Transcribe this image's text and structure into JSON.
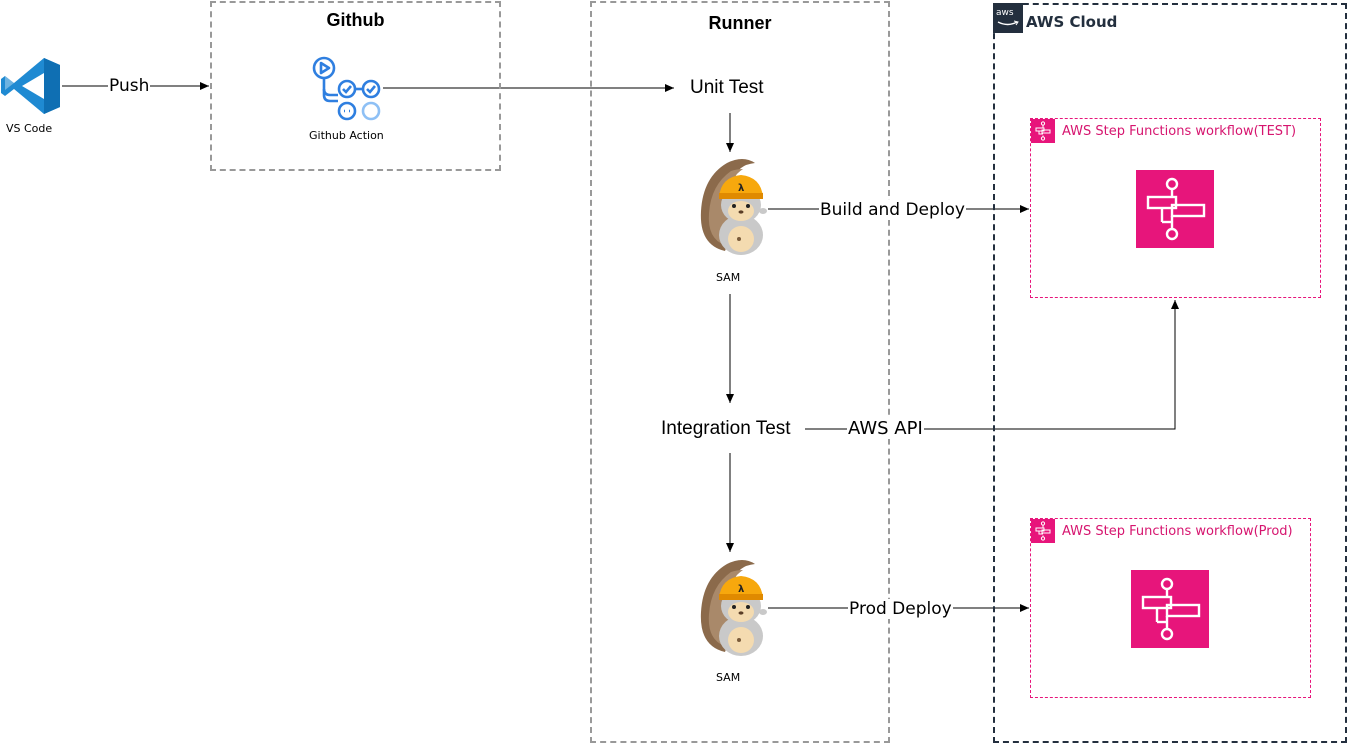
{
  "diagram": {
    "groups": {
      "github": "Github",
      "runner": "Runner",
      "aws_cloud": "AWS Cloud"
    },
    "nodes": {
      "vscode": "VS Code",
      "github_action": "Github Action",
      "unit_test": "Unit Test",
      "sam_build": "SAM",
      "integration_test": "Integration Test",
      "sam_prod": "SAM",
      "sf_test": "AWS Step Functions workflow(TEST)",
      "sf_prod": "AWS Step Functions workflow(Prod)"
    },
    "edges": {
      "push": "Push",
      "build_deploy": "Build and Deploy",
      "aws_api": "AWS API",
      "prod_deploy": "Prod Deploy"
    },
    "aws_logo_text": "aws"
  },
  "colors": {
    "vscode_blue": "#1f8ad2",
    "github_action_blue": "#2f7fe0",
    "step_functions_pink": "#e7157b",
    "aws_dark": "#232f3e",
    "sam_orange": "#f7a80d"
  },
  "icons": [
    "vscode-icon",
    "github-actions-icon",
    "sam-squirrel-icon",
    "step-functions-icon",
    "aws-logo-icon"
  ]
}
